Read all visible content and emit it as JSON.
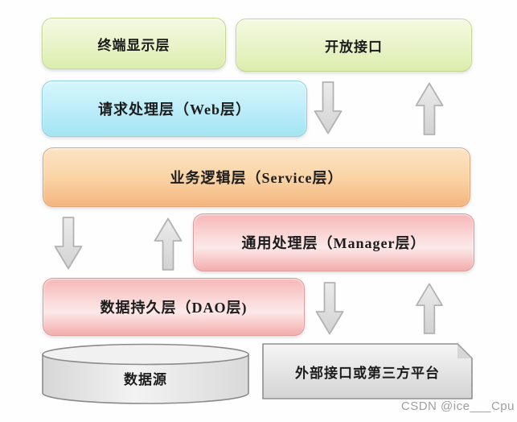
{
  "layers": {
    "terminal_display": {
      "label": "终端显示层",
      "fill": "#e6f1c2",
      "border": "#c6d794"
    },
    "open_interface": {
      "label": "开放接口",
      "fill": "#e6f1c2",
      "border": "#c6d794"
    },
    "web_layer": {
      "label": "请求处理层（Web层）",
      "fill": "#bdecf7",
      "border": "#8fd2e4"
    },
    "service_layer": {
      "label": "业务逻辑层（Service层）",
      "fill": "#f6c392",
      "border": "#e0a679"
    },
    "manager_layer": {
      "label": "通用处理层（Manager层）",
      "fill": "#f7bcbc",
      "border": "#dd9c9c"
    },
    "dao_layer": {
      "label": "数据持久层（DAO层)",
      "fill": "#f7bcbc",
      "border": "#dd9c9c"
    },
    "data_source": {
      "label": "数据源",
      "fill": "#e9e9e9",
      "border": "#8a8a8a",
      "shape": "cylinder"
    },
    "external_platform": {
      "label": "外部接口或第三方平台",
      "fill": "#e3e3e3",
      "border": "#8f8f8f",
      "shape": "bent-corner-rect"
    }
  },
  "arrows": [
    {
      "from": "open_interface",
      "to": "service_layer",
      "direction": "down",
      "color": "#dedede"
    },
    {
      "from": "service_layer",
      "to": "open_interface",
      "direction": "up",
      "color": "#dedede"
    },
    {
      "from": "service_layer",
      "to": "dao_layer",
      "direction": "down",
      "color": "#dedede"
    },
    {
      "from": "dao_layer",
      "to": "service_layer",
      "direction": "up",
      "color": "#dedede"
    },
    {
      "from": "manager_layer",
      "to": "external_platform",
      "direction": "down",
      "color": "#dedede"
    },
    {
      "from": "external_platform",
      "to": "manager_layer",
      "direction": "up",
      "color": "#dedede"
    }
  ],
  "watermark": {
    "text": "CSDN @ice___Cpu",
    "color": "#9f9f9f"
  }
}
